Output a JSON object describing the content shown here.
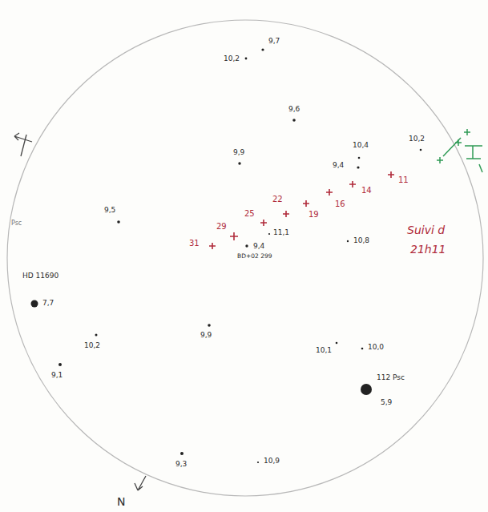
{
  "diagram": {
    "labels": [
      "9,7",
      "10,2",
      "9,6",
      "9,9",
      "10,4",
      "9,4",
      "10,2",
      "11",
      "14",
      "16",
      "19",
      "22",
      "25",
      "29",
      "31",
      "Psc",
      "9,5",
      "9,4",
      "BD+02 299",
      "11,1",
      "10,8",
      "Suivi d",
      "21h11",
      "HD 11690",
      "7,7",
      "10,2",
      "9,9",
      "9,1",
      "10,1",
      "10,0",
      "112 Psc",
      "5,9",
      "9,3",
      "10,9",
      "N"
    ]
  }
}
